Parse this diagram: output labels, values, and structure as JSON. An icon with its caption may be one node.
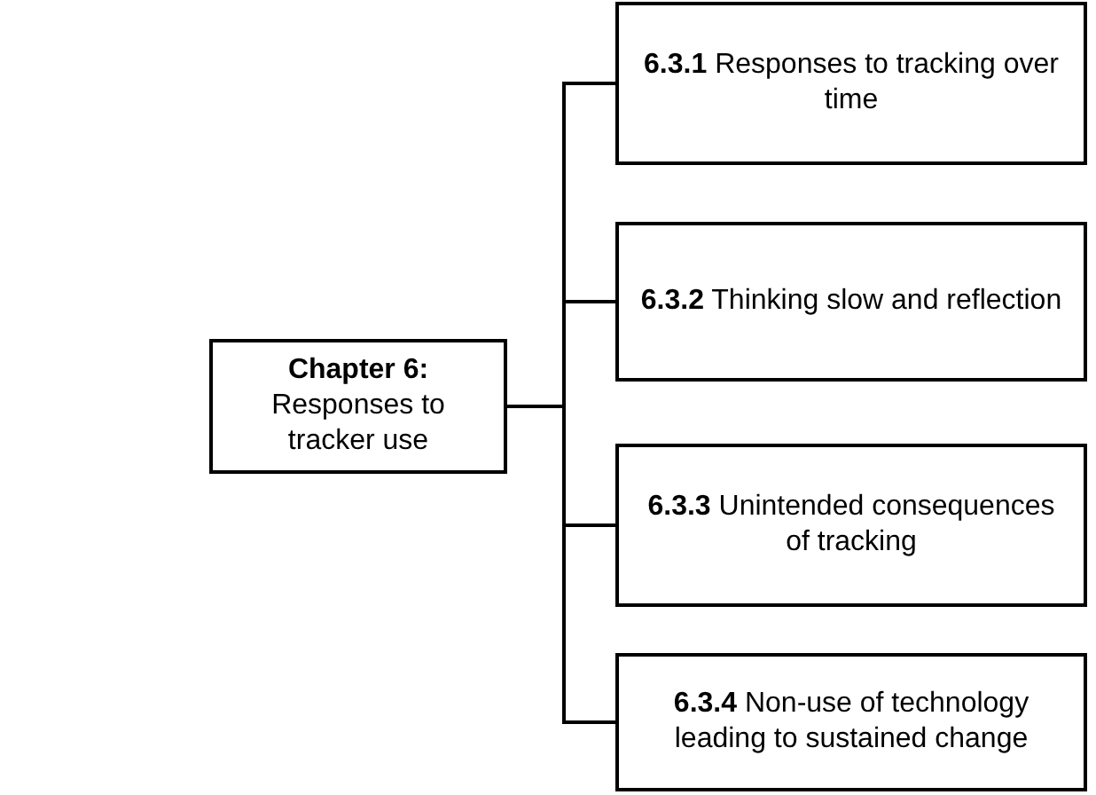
{
  "diagram": {
    "nodes": [
      {
        "text": [
          "**Chapter 6:** Responses to tracker use"
        ]
      },
      {
        "text": [
          "**6.3.1** Responses to tracking over time"
        ]
      },
      {
        "text": [
          "**6.3.2** Thinking slow and reflection"
        ]
      },
      {
        "text": [
          "**6.3.3** Unintended consequences of tracking"
        ]
      },
      {
        "text": [
          "**6.3.4** Non-use of technology leading to sustained change"
        ]
      }
    ],
    "edges": [
      {
        "from": 0,
        "to": 1,
        "arrow": "none"
      },
      {
        "from": 0,
        "to": 2,
        "arrow": "none"
      },
      {
        "from": 0,
        "to": 3,
        "arrow": "none"
      },
      {
        "from": 0,
        "to": 4,
        "arrow": "none"
      }
    ]
  }
}
